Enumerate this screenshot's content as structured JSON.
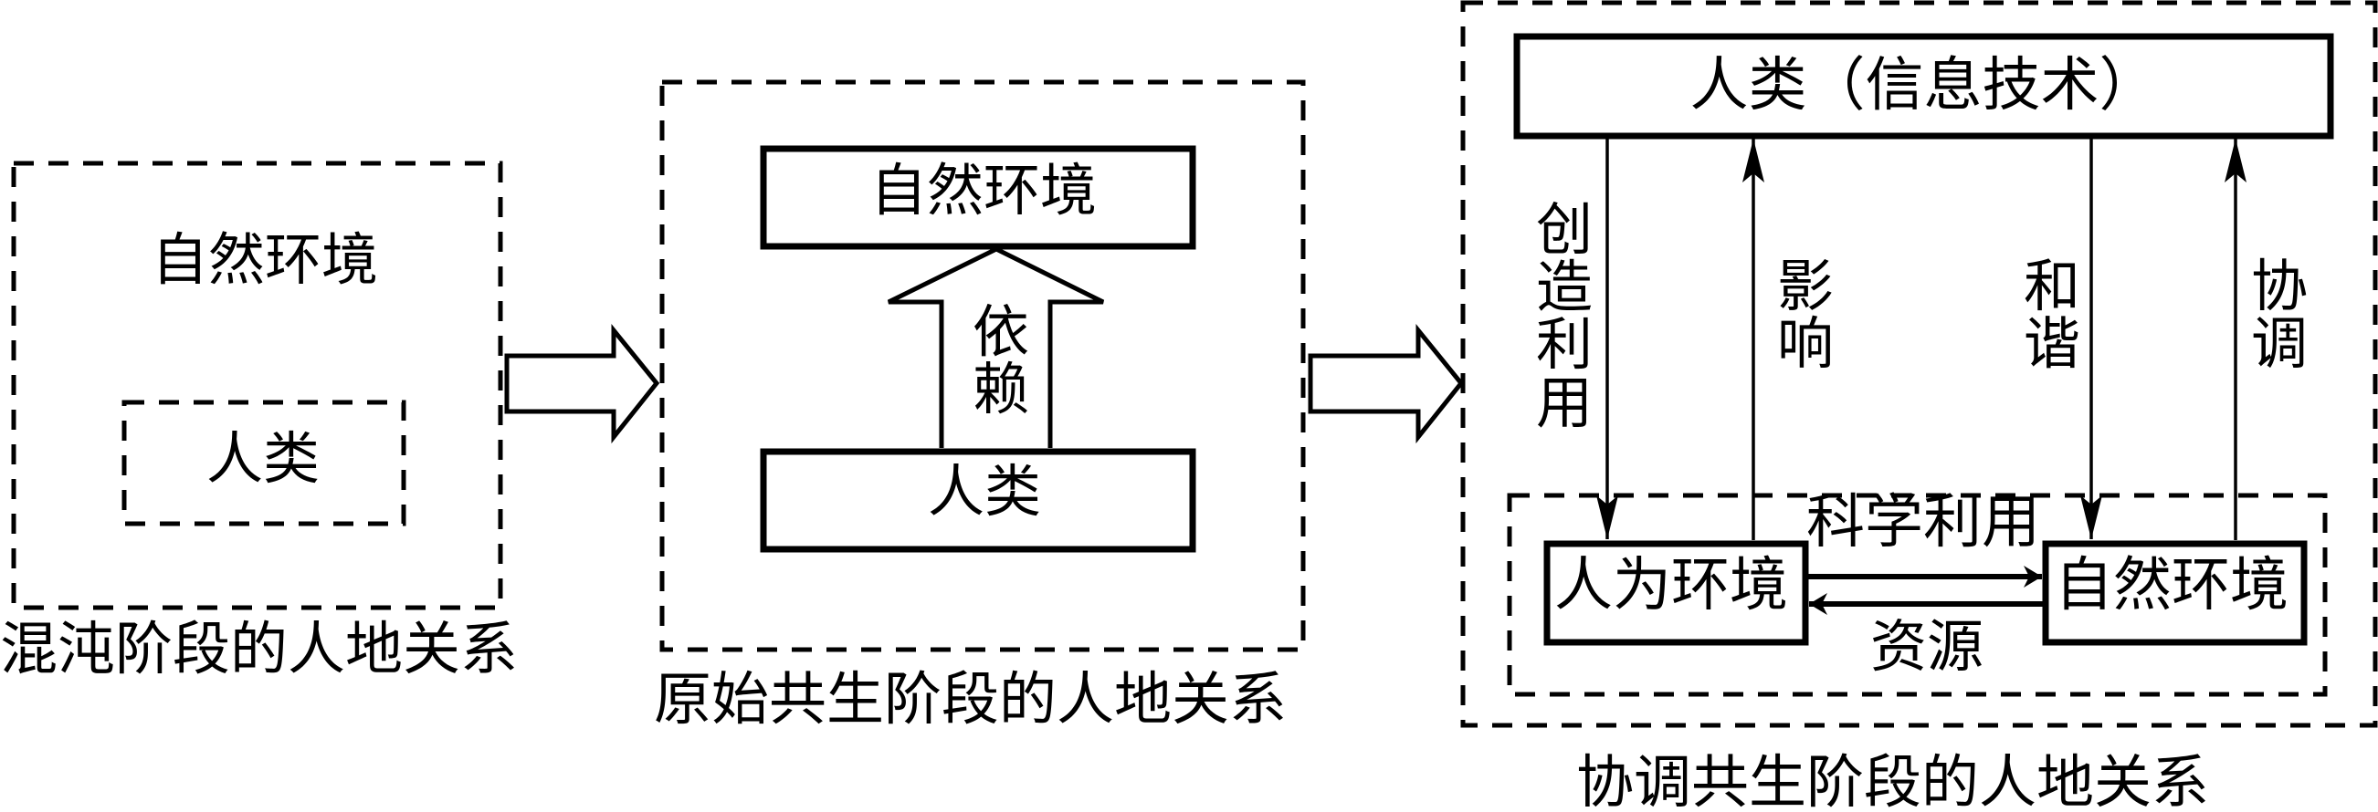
{
  "title": "人地关系发展阶段示意图",
  "colors": {
    "stroke": "#000000",
    "background": "#ffffff"
  },
  "panels": [
    {
      "id": "chaotic",
      "caption": "混沌阶段的人地关系",
      "outer_label": "自然环境",
      "inner_label": "人类"
    },
    {
      "id": "primitive-symbiosis",
      "caption": "原始共生阶段的人地关系",
      "top_box": "自然环境",
      "bottom_box": "人类",
      "arrow_label": "依赖",
      "arrow_direction": "up"
    },
    {
      "id": "coordinated-symbiosis",
      "caption": "协调共生阶段的人地关系",
      "top_box": "人类（信息技术）",
      "left_box": "人为环境",
      "right_box": "自然环境",
      "vertical_links": [
        {
          "label": "创造利用",
          "from": "人类（信息技术）",
          "to": "人为环境",
          "direction": "down"
        },
        {
          "label": "影响",
          "from": "人为环境",
          "to": "人类（信息技术）",
          "direction": "up"
        },
        {
          "label": "和谐",
          "from": "人类（信息技术）",
          "to": "自然环境",
          "direction": "down"
        },
        {
          "label": "协调",
          "from": "自然环境",
          "to": "人类（信息技术）",
          "direction": "up"
        }
      ],
      "horizontal_links": [
        {
          "label": "科学利用",
          "from": "人为环境",
          "to": "自然环境",
          "direction": "right"
        },
        {
          "label": "资源",
          "from": "自然环境",
          "to": "人为环境",
          "direction": "left"
        }
      ]
    }
  ],
  "transitions": [
    {
      "from": "chaotic",
      "to": "primitive-symbiosis",
      "icon": "block-arrow-right"
    },
    {
      "from": "primitive-symbiosis",
      "to": "coordinated-symbiosis",
      "icon": "block-arrow-right"
    }
  ]
}
